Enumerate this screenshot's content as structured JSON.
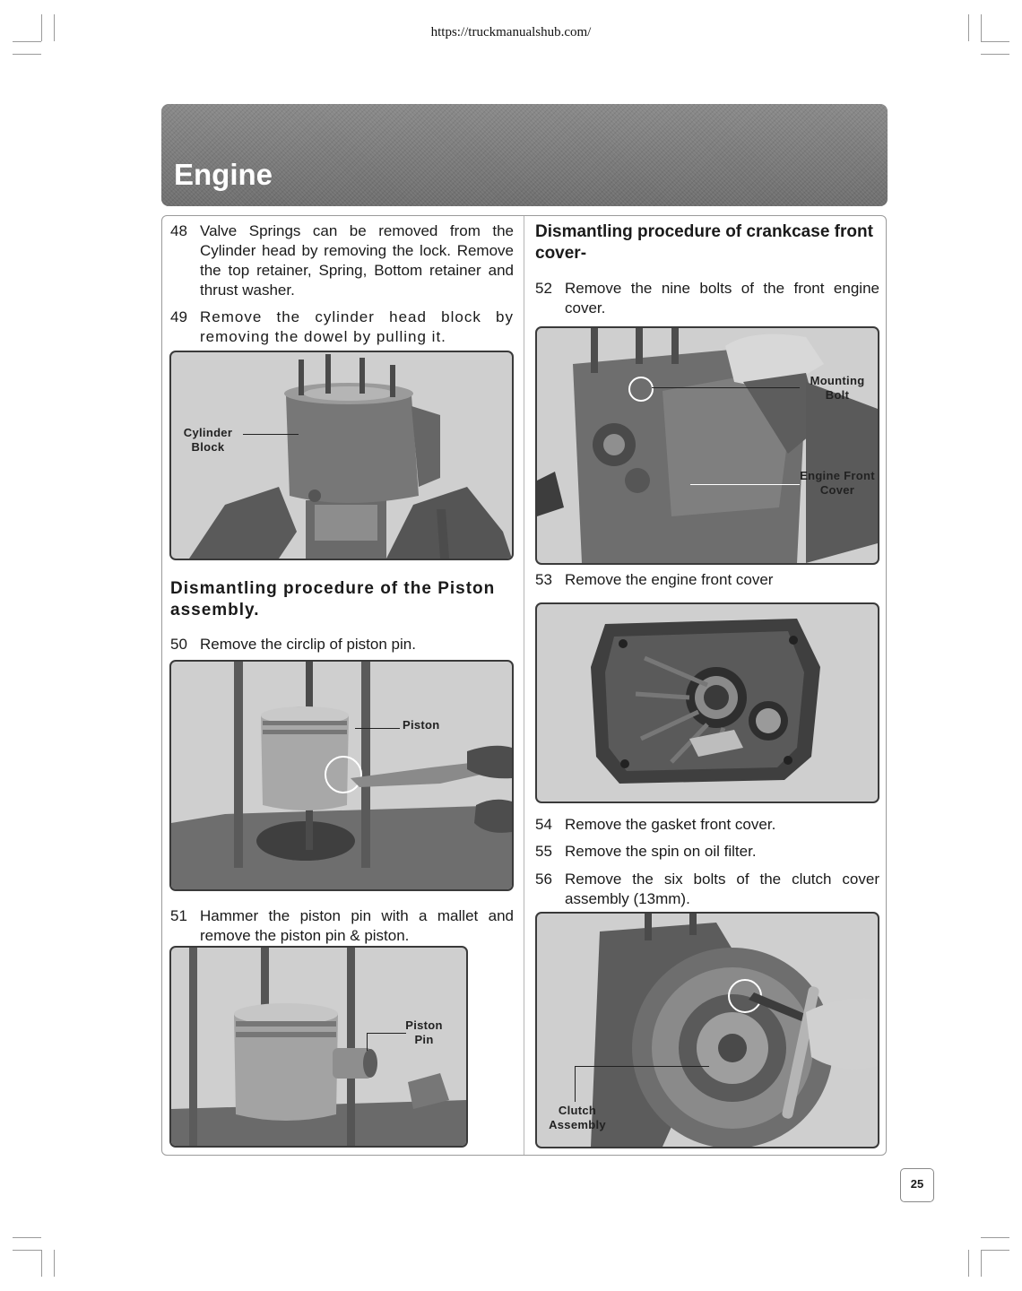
{
  "header": {
    "url": "https://truckmanualshub.com/"
  },
  "banner": {
    "title": "Engine"
  },
  "left_column": {
    "step48": {
      "num": "48",
      "text": "Valve Springs can be removed from the Cylinder head by removing the lock. Remove the top retainer, Spring, Bottom retainer and thrust washer."
    },
    "step49": {
      "num": "49",
      "text": "Remove the cylinder head block by removing the dowel by pulling it."
    },
    "fig1": {
      "callout": "Cylinder Block"
    },
    "heading_piston": "Dismantling procedure of the Piston assembly.",
    "step50": {
      "num": "50",
      "text": "Remove the circlip of piston pin."
    },
    "fig2": {
      "callout": "Piston"
    },
    "step51": {
      "num": "51",
      "text": "Hammer the piston pin with a mallet and remove the piston pin & piston."
    },
    "fig3": {
      "callout": "Piston Pin"
    }
  },
  "right_column": {
    "heading_crankcase": "Dismantling procedure of crankcase front cover-",
    "step52": {
      "num": "52",
      "text": "Remove the nine bolts of the front engine cover."
    },
    "fig4": {
      "callout_a": "Mounting Bolt",
      "callout_b": "Engine Front Cover"
    },
    "step53": {
      "num": "53",
      "text": "Remove the engine front cover"
    },
    "step54": {
      "num": "54",
      "text": "Remove the gasket front cover."
    },
    "step55": {
      "num": "55",
      "text": "Remove the spin on oil filter."
    },
    "step56": {
      "num": "56",
      "text": "Remove the six bolts of the clutch cover assembly (13mm)."
    },
    "fig6": {
      "callout": "Clutch Assembly"
    }
  },
  "footer": {
    "page_number": "25"
  }
}
